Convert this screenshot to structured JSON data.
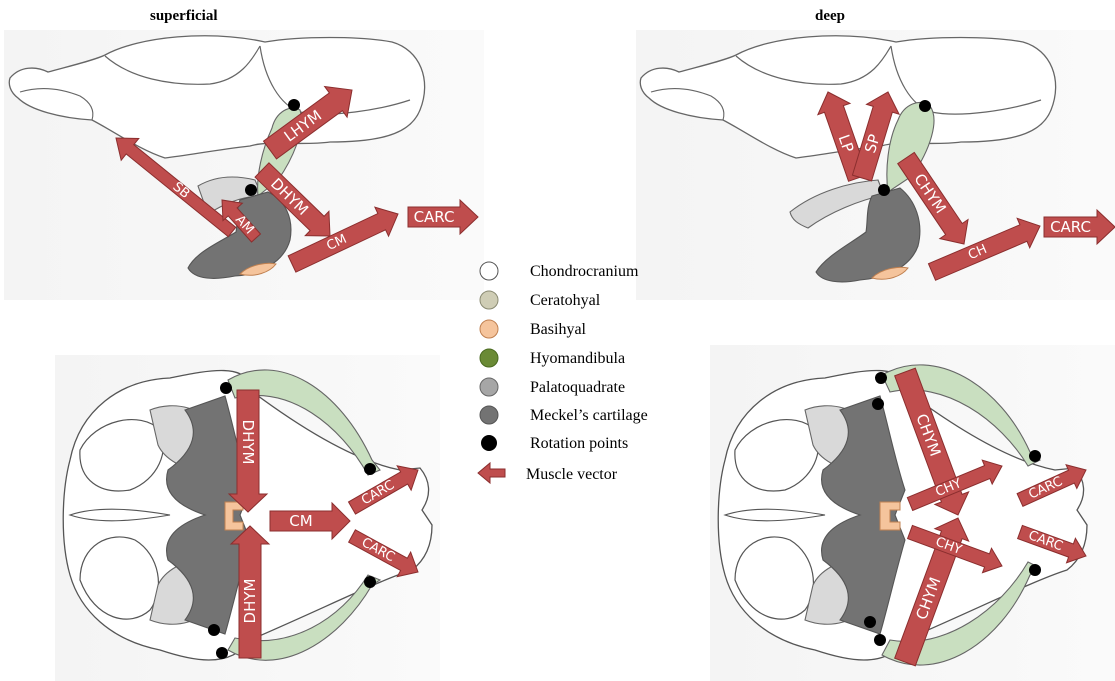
{
  "headings": {
    "left": "superficial",
    "right": "deep"
  },
  "colors": {
    "chondrocranium": "#ffffff",
    "ceratohyal": "#cfcdb5",
    "basihyal": "#f5c49c",
    "hyomandibula": "#c9dfc0",
    "hyomandibula_legend": "#6a8a35",
    "palatoquadrate": "#d9d9d9",
    "palatoquadrate_legend": "#a6a6a6",
    "meckels": "#737373",
    "rotation": "#000000",
    "muscle": "#bf4d4d",
    "muscle_edge": "#8b2e2e"
  },
  "legend": [
    {
      "key": "chondrocranium",
      "label": "Chondrocranium"
    },
    {
      "key": "ceratohyal",
      "label": "Ceratohyal"
    },
    {
      "key": "basihyal",
      "label": "Basihyal"
    },
    {
      "key": "hyomandibula",
      "label": "Hyomandibula"
    },
    {
      "key": "palatoquadrate",
      "label": "Palatoquadrate"
    },
    {
      "key": "meckels",
      "label": "Meckel’s cartilage"
    },
    {
      "key": "rotation",
      "label": "Rotation points"
    },
    {
      "key": "muscle",
      "label": "Muscle vector"
    }
  ],
  "arrows": {
    "sup_lat": {
      "lhym": "LHYM",
      "sb": "SB",
      "am": "AM",
      "dhym": "DHYM",
      "cm": "CM",
      "carc": "CARC"
    },
    "deep_lat": {
      "lp": "LP",
      "sp": "SP",
      "chym": "CHYM",
      "ch": "CH",
      "carc": "CARC"
    },
    "sup_ven": {
      "dhym_top": "DHYM",
      "dhym_bottom": "DHYM",
      "cm": "CM",
      "carc_top": "CARC",
      "carc_bottom": "CARC"
    },
    "deep_ven": {
      "chym_top": "CHYM",
      "chym_bottom": "CHYM",
      "chy_top": "CHY",
      "chy_bottom": "CHY",
      "carc_top": "CARC",
      "carc_bottom": "CARC"
    }
  }
}
